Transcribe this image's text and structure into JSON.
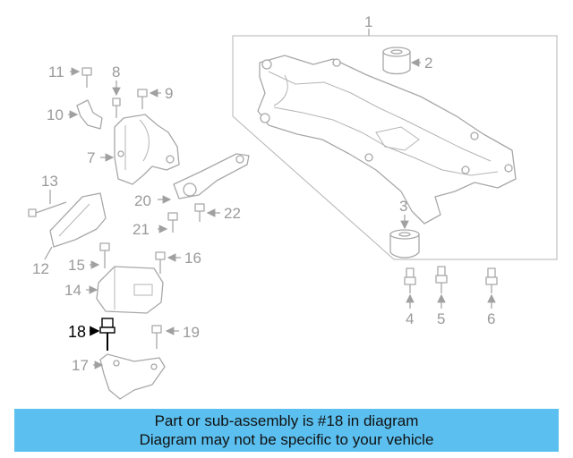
{
  "callouts": {
    "c1": "1",
    "c2": "2",
    "c3": "3",
    "c4": "4",
    "c5": "5",
    "c6": "6",
    "c7": "7",
    "c8": "8",
    "c9": "9",
    "c10": "10",
    "c11": "11",
    "c12": "12",
    "c13": "13",
    "c14": "14",
    "c15": "15",
    "c16": "16",
    "c17": "17",
    "c18": "18",
    "c19": "19",
    "c20": "20",
    "c21": "21",
    "c22": "22"
  },
  "highlight_part": "18",
  "colors": {
    "banner": "#5bc0f0",
    "line_art": "#a8a8a8",
    "highlight": "#000000"
  },
  "banner": {
    "line1": "Part or sub-assembly is #18 in diagram",
    "line2": "Diagram may not be specific to your vehicle"
  }
}
